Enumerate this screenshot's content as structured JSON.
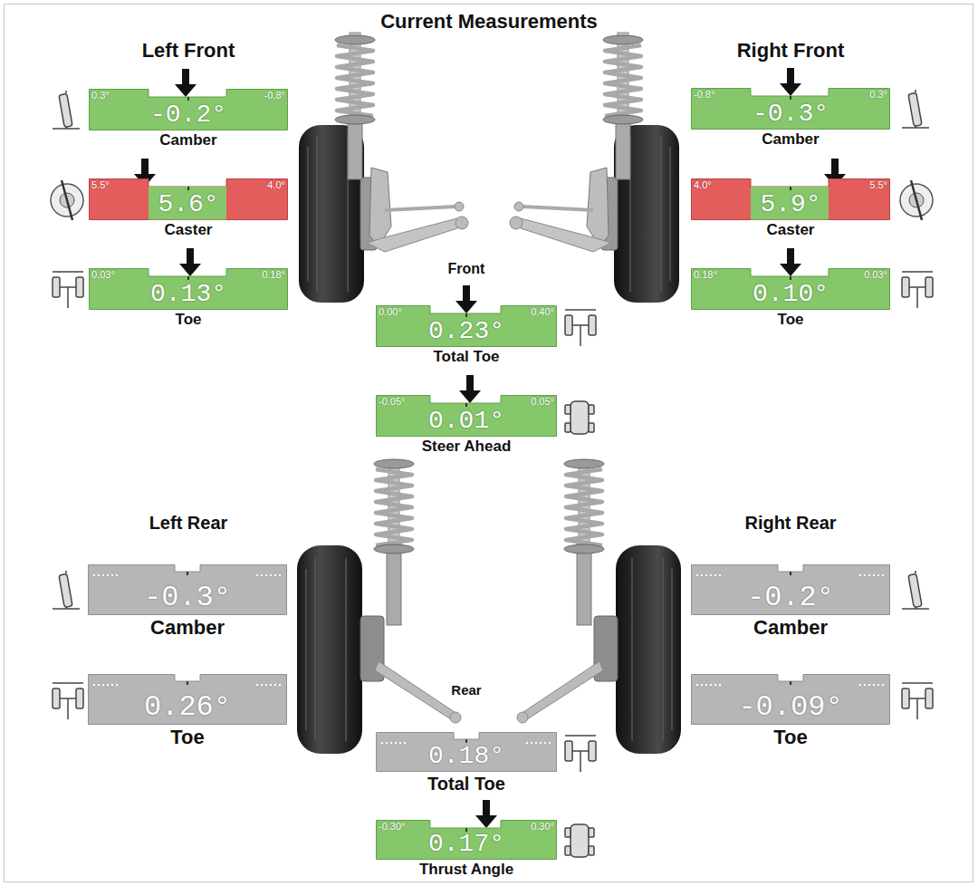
{
  "diagram": {
    "title": "Current Measurements",
    "nodes": [
      {
        "text": [
          "0.3°",
          "-0.8°",
          "-0.2°",
          "Camber"
        ]
      },
      {
        "text": [
          "-0.8°",
          "0.3°",
          "-0.3°",
          "Camber"
        ]
      },
      {
        "text": [
          "5.5°",
          "4.0°",
          "5.6°",
          "Caster"
        ]
      },
      {
        "text": [
          "4.0°",
          "5.5°",
          "5.9°",
          "Caster"
        ]
      },
      {
        "text": [
          "0.03°",
          "0.18°",
          "0.13°",
          "Toe"
        ]
      },
      {
        "text": [
          "0.18°",
          "0.03°",
          "0.10°",
          "Toe"
        ]
      },
      {
        "text": [
          "0.00°",
          "0.40°",
          "0.23°",
          "Total Toe"
        ]
      },
      {
        "text": [
          "-0.05°",
          "0.05°",
          "0.01°",
          "Steer Ahead"
        ]
      },
      {
        "text": [
          "-0.3°",
          "Camber"
        ]
      },
      {
        "text": [
          "-0.2°",
          "Camber"
        ]
      },
      {
        "text": [
          "0.26°",
          "Toe"
        ]
      },
      {
        "text": [
          "-0.09°",
          "Toe"
        ]
      },
      {
        "text": [
          "0.18°",
          "Total Toe"
        ]
      },
      {
        "text": [
          "-0.30°",
          "0.30°",
          "0.17°",
          "Thrust Angle"
        ]
      }
    ],
    "labels": [
      "Left Front",
      "Right Front",
      "Front",
      "Left Rear",
      "Right Rear",
      "Rear"
    ]
  }
}
